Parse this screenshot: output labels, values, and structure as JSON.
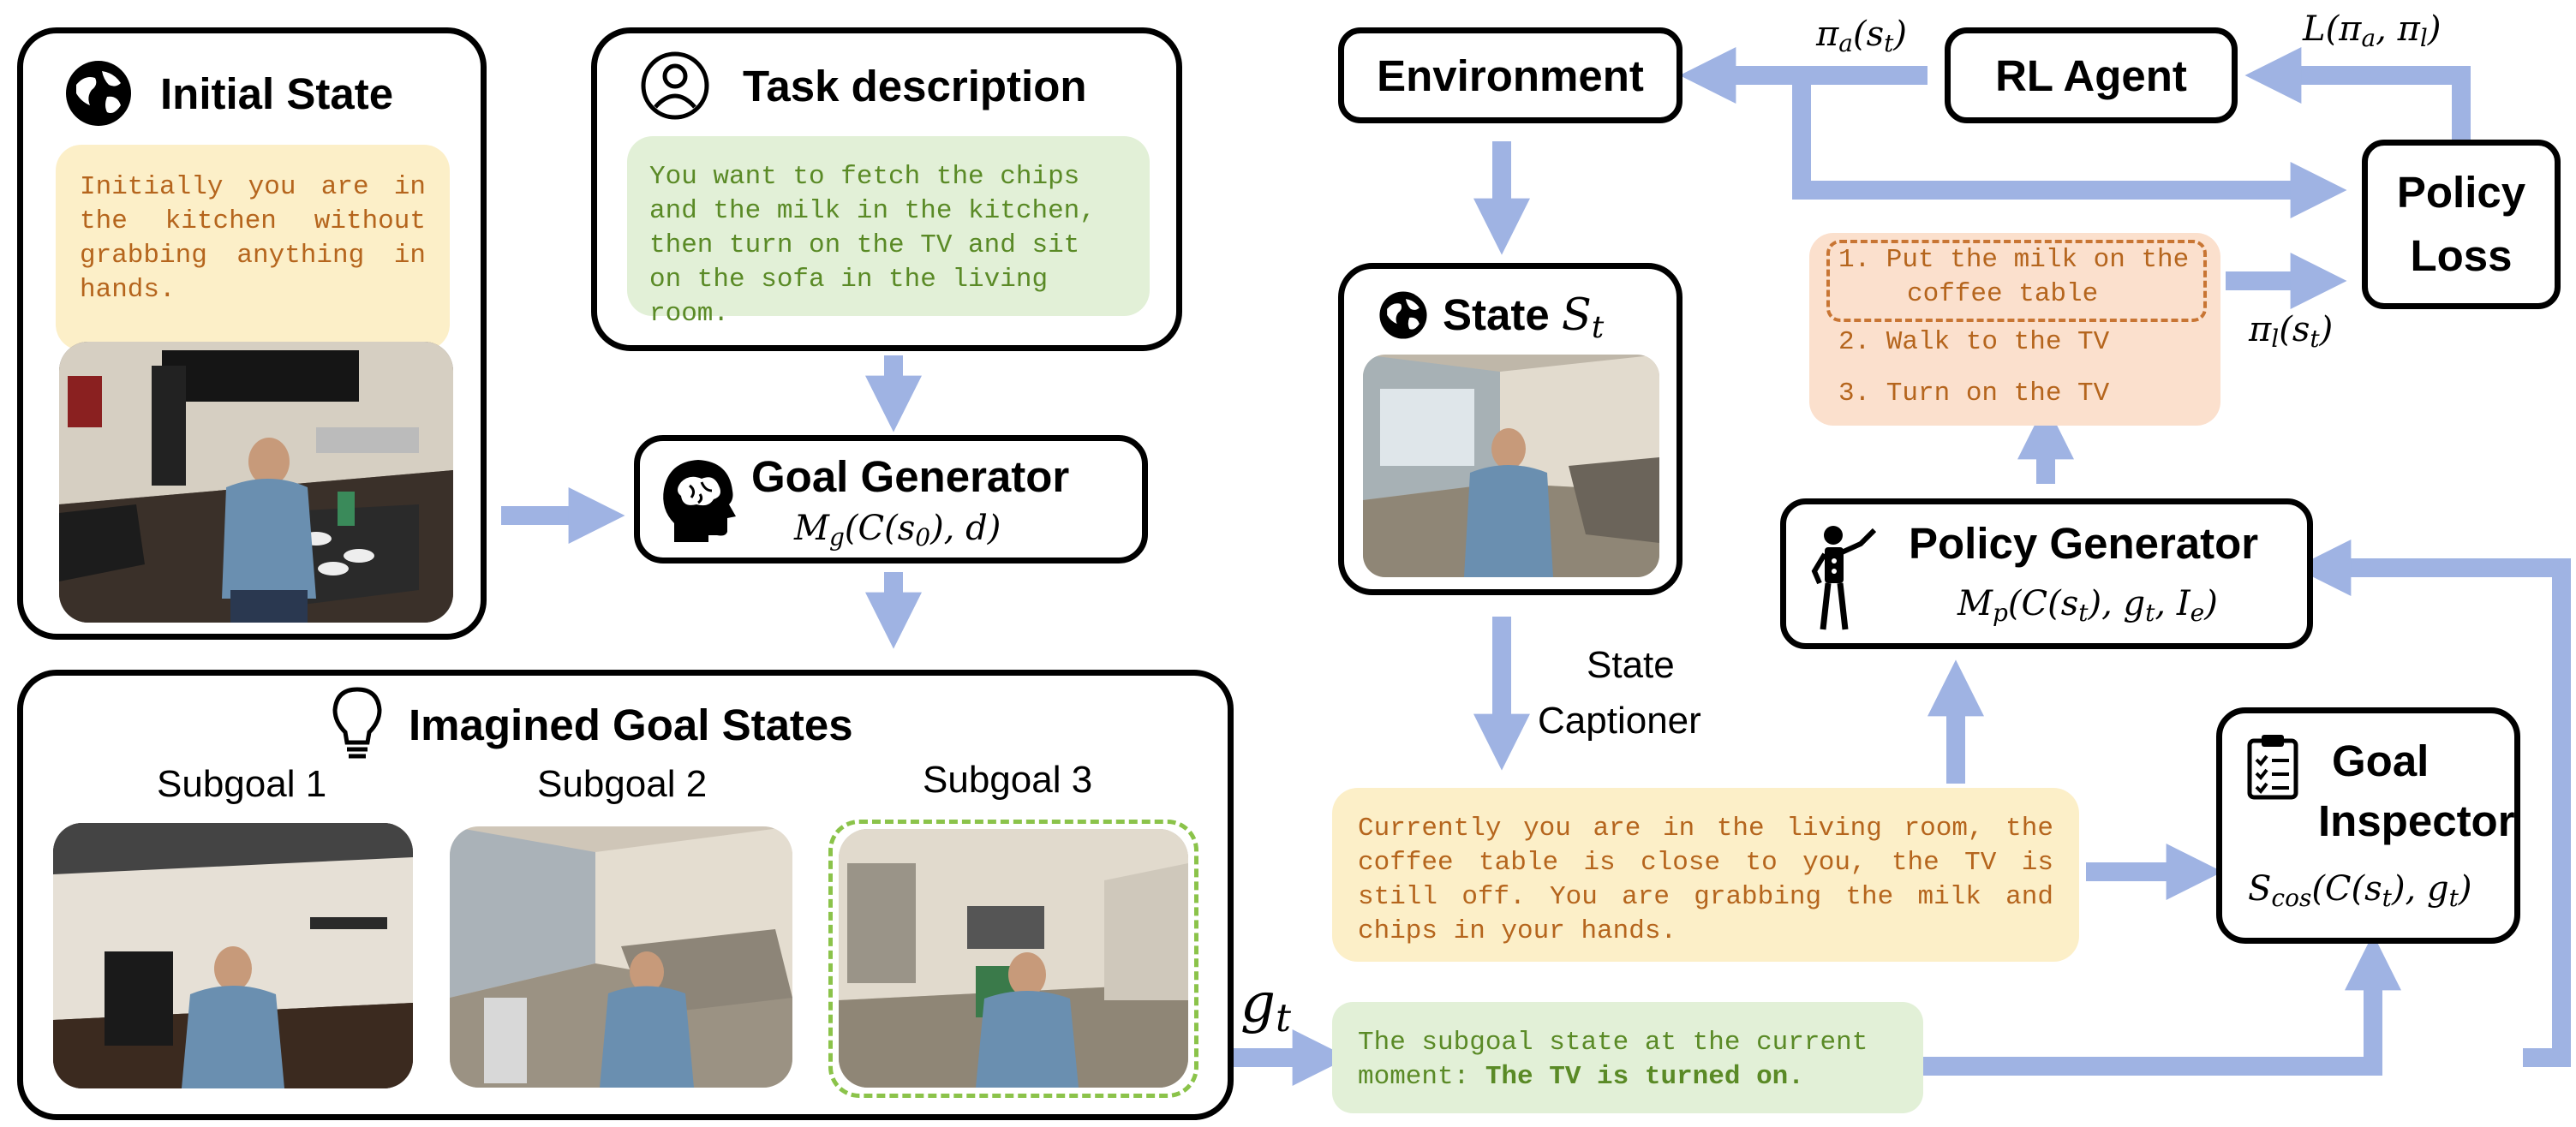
{
  "colors": {
    "arrow": "#9fb3e3",
    "yellow_bg": "#fcefc8",
    "green_bg": "#e2f0d7",
    "peach_bg": "#fbe0cd",
    "orange_text": "#b5651d",
    "green_text": "#5a8a26",
    "dashed_green": "#8bc34a",
    "dashed_orange": "#c87533"
  },
  "initial_state": {
    "title": "Initial State",
    "icon": "globe-icon",
    "text": "Initially you are in the kitchen without grabbing anything in hands."
  },
  "task_description": {
    "title": "Task description",
    "icon": "user-icon",
    "text": "You want to fetch the chips and the milk in the kitchen, then turn on the TV and sit on the sofa in the living room."
  },
  "goal_generator": {
    "title": "Goal Generator",
    "icon": "brain-head-icon",
    "formula": "M_g(C(s_0), d)"
  },
  "imagined_goals": {
    "title": "Imagined Goal States",
    "icon": "lightbulb-icon",
    "subgoals": [
      "Subgoal 1",
      "Subgoal 2",
      "Subgoal 3"
    ]
  },
  "environment": {
    "title": "Environment"
  },
  "rl_agent": {
    "title": "RL Agent"
  },
  "policy_loss": {
    "title_line1": "Policy",
    "title_line2": "Loss"
  },
  "state": {
    "title": "State",
    "symbol": "S_t",
    "icon": "globe-icon"
  },
  "state_captioner": {
    "line1": "State",
    "line2": "Captioner"
  },
  "caption_text": "Currently you are in the living room, the coffee table is close to you, the TV is still off. You are grabbing the milk and chips in your hands.",
  "subgoal_state": {
    "prefix": "The subgoal state at the current moment: ",
    "bold": "The TV is turned on."
  },
  "policy_list": [
    "1. Put the milk on the coffee table",
    "2. Walk to the TV",
    "3. Turn on the TV"
  ],
  "policy_generator": {
    "title": "Policy Generator",
    "icon": "robot-pointing-icon",
    "formula": "M_p(C(s_t), g_t, I_e)"
  },
  "goal_inspector": {
    "title_line1": "Goal",
    "title_line2": "Inspector",
    "icon": "clipboard-checklist-icon",
    "formula": "S_cos(C(s_t), g_t)"
  },
  "labels": {
    "pi_a": "π_a(s_t)",
    "pi_l": "π_l(s_t)",
    "loss": "L(π_a, π_l)",
    "g_t": "g_t"
  }
}
